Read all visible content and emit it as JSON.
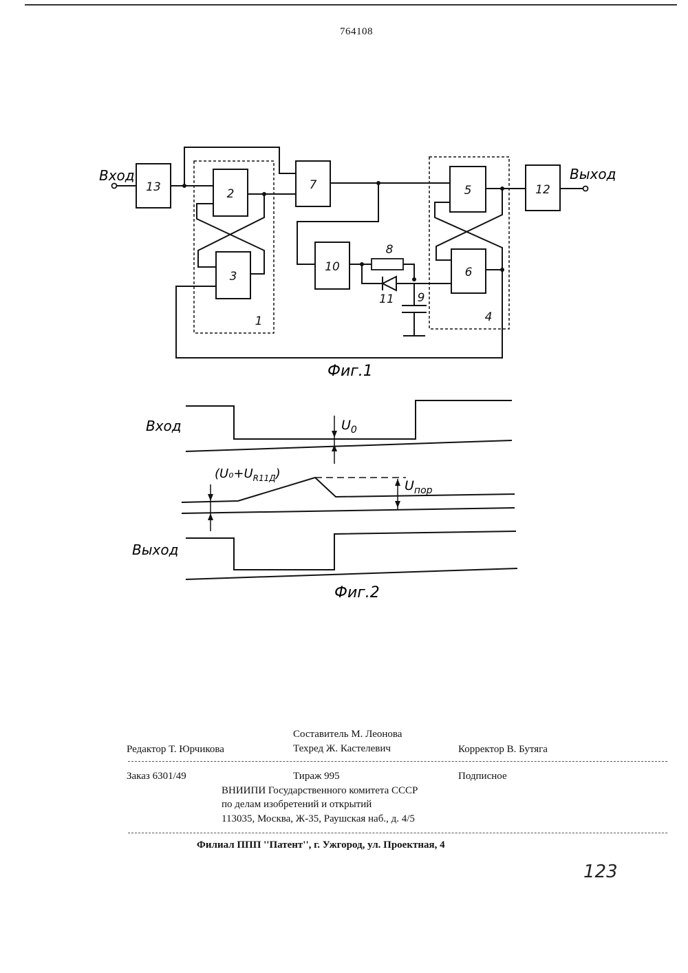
{
  "page_number": "764108",
  "fig1": {
    "input_label": "Вход",
    "output_label": "Выход",
    "caption": "Фиг.1",
    "blocks": {
      "b13": "13",
      "b2": "2",
      "b3": "3",
      "b7": "7",
      "b10": "10",
      "b5": "5",
      "b6": "6",
      "b12": "12"
    },
    "group_labels": {
      "g1": "1",
      "g4": "4"
    },
    "component_labels": {
      "resistor": "8",
      "diode": "11",
      "capacitor": "9"
    }
  },
  "fig2": {
    "input_label": "Вход",
    "output_label": "Выход",
    "u0": "U",
    "u0_sub": "0",
    "sum_label": "(U₀+U",
    "sum_sub": "R11Д",
    "sum_close": ")",
    "upor": "U",
    "upor_sub": "пор",
    "caption": "Фиг.2"
  },
  "colophon": {
    "compiler": "Составитель  М.  Леонова",
    "editor": "Редактор  Т.  Юрчикова",
    "techred": "Техред  Ж. Кастелевич",
    "corrector": "Корректор  В.  Бутяга",
    "order": "Заказ  6301/49",
    "circulation": "Тираж  995",
    "subscription": "Подписное",
    "org1": "ВНИИПИ  Государственного  комитета  СССР",
    "org2": "по  делам  изобретений  и  открытий",
    "address": "113035,  Москва,  Ж-35,  Раушская  наб.,  д.  4/5",
    "branch": "Филиал  ППП  ''Патент'',  г.  Ужгород,  ул.  Проектная,  4"
  },
  "handwritten_note": "123"
}
